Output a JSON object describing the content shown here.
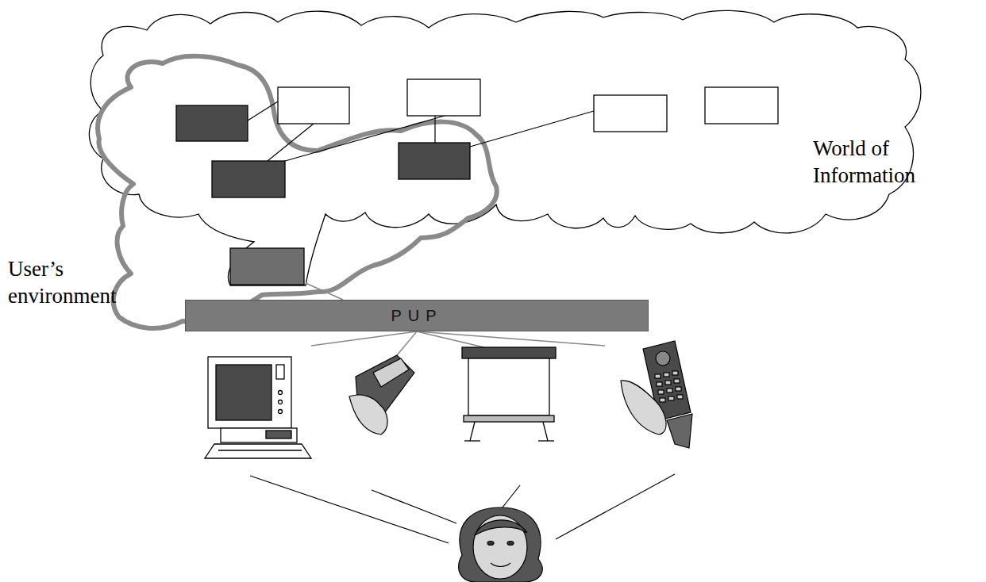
{
  "diagram": {
    "nodes": [
      {
        "text": [
          "PUP"
        ]
      }
    ],
    "labels": [
      "World of Information",
      "User’s environment"
    ]
  }
}
